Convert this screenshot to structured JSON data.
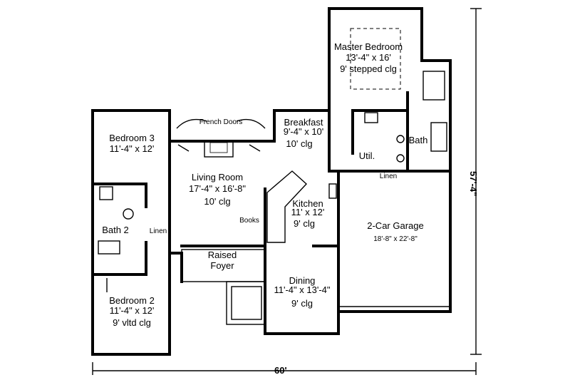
{
  "rooms": {
    "master": {
      "name": "Master Bedroom",
      "size": "13'-4\" x 16'",
      "ceiling": "9' stepped clg"
    },
    "breakfast": {
      "name": "Breakfast",
      "size": "9'-4\" x 10'",
      "ceiling": "10' clg"
    },
    "bath": {
      "name": "Bath"
    },
    "util": {
      "name": "Util."
    },
    "linen_master": {
      "name": "Linen"
    },
    "french_doors": {
      "name": "French Doors"
    },
    "bedroom3": {
      "name": "Bedroom 3",
      "size": "11'-4\" x 12'"
    },
    "living": {
      "name": "Living Room",
      "size": "17'-4\" x 16'-8\"",
      "ceiling": "10' clg"
    },
    "kitchen": {
      "name": "Kitchen",
      "size": "11' x 12'",
      "ceiling": "9' clg"
    },
    "books": {
      "name": "Books"
    },
    "garage": {
      "name": "2-Car Garage",
      "size": "18'-8\" x 22'-8\""
    },
    "bath2": {
      "name": "Bath 2"
    },
    "linen_bath2": {
      "name": "Linen"
    },
    "foyer": {
      "line1": "Raised",
      "line2": "Foyer"
    },
    "dining": {
      "name": "Dining",
      "size": "11'-4\" x 13'-4\"",
      "ceiling": "9' clg"
    },
    "bedroom2": {
      "name": "Bedroom 2",
      "size": "11'-4\" x 12'",
      "ceiling": "9' vltd clg"
    }
  },
  "dimensions": {
    "width": "60'",
    "depth": "57'-4\""
  }
}
